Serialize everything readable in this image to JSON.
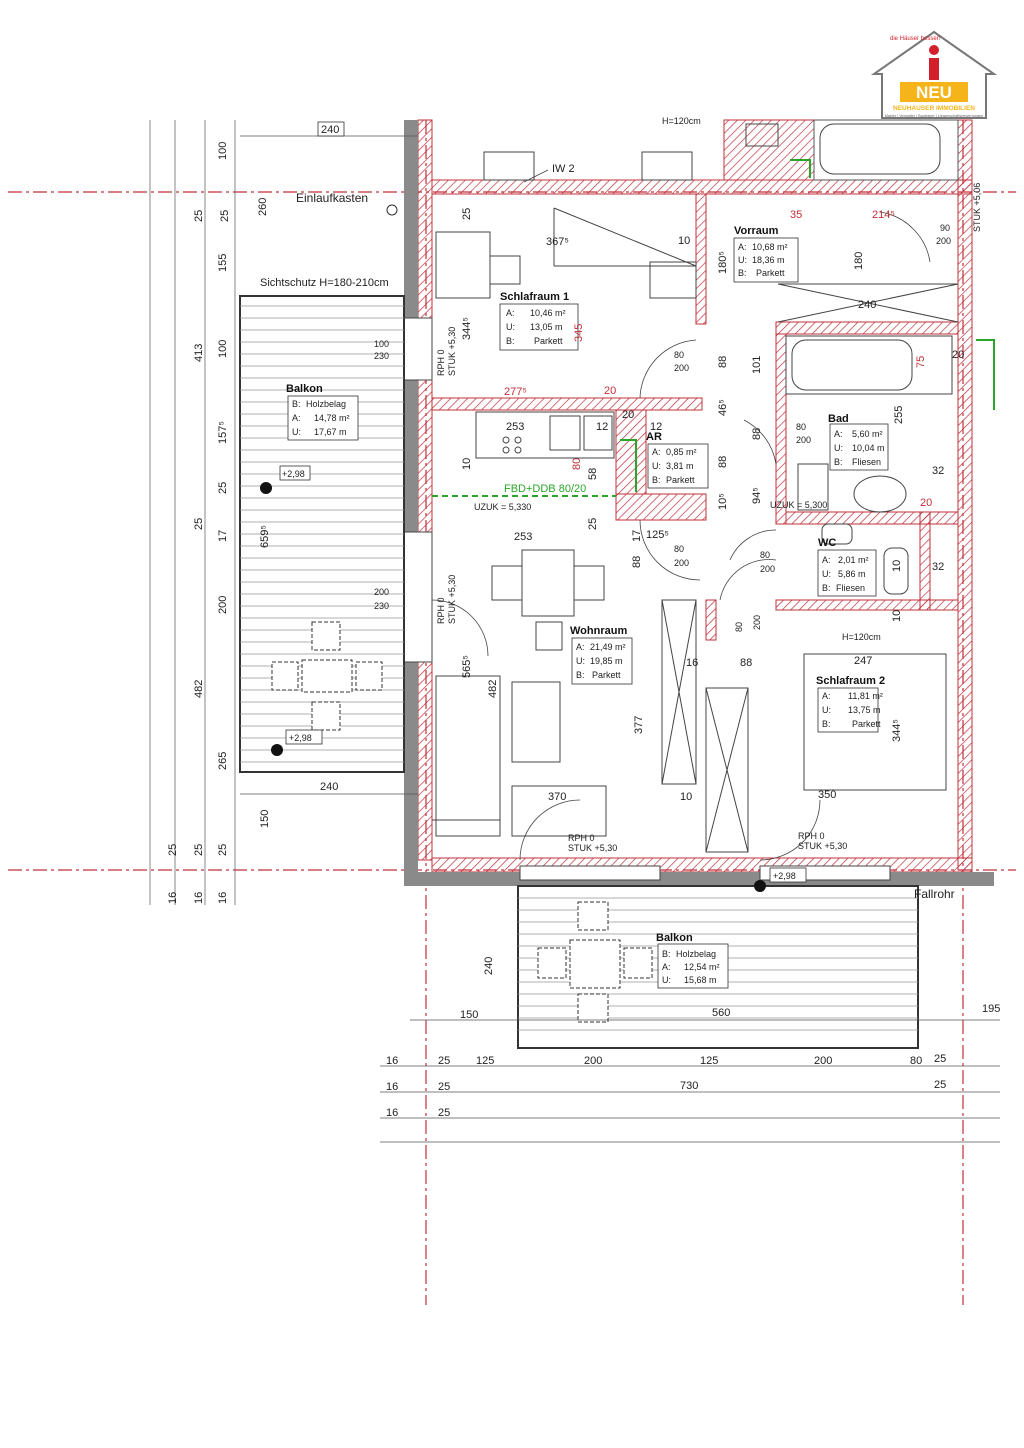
{
  "logo": {
    "tagline": "die Häuser besser!",
    "brand_mark": "NEU",
    "company": "NEUHAUSER IMMOBILIEN",
    "subline": "Makler | Verwalter | Bauträger | Liegenschaftsbewertungen"
  },
  "labels": {
    "iw2": "IW 2",
    "einlaufkasten": "Einlaufkasten",
    "sichtschutz": "Sichtschutz H=180-210cm",
    "fbd": "FBD+DDB 80/20",
    "uzuk1": "UZUK = 5,330",
    "uzuk2": "UZUK = 5,300",
    "fallrohr": "Fallrohr",
    "h120a": "H=120cm",
    "h120b": "H=120cm",
    "rph1": "RPH 0",
    "stuk1": "STUK +5,30",
    "rph2": "RPH 0",
    "stuk2": "STUK +5,30",
    "rph3": "RPH 0",
    "stuk3": "STUK +5,30",
    "rph4": "RPH 0",
    "stuk4": "STUK +5,30",
    "stuk_right": "STUK +5,06",
    "level1": "+2,98",
    "level2": "+2,98",
    "level3": "+2,98"
  },
  "rooms": {
    "schlafraum1": {
      "name": "Schlafraum 1",
      "a_label": "A:",
      "a": "10,46 m²",
      "u_label": "U:",
      "u": "13,05 m",
      "b_label": "B:",
      "b": "Parkett"
    },
    "vorraum": {
      "name": "Vorraum",
      "a_label": "A:",
      "a": "10,68 m²",
      "u_label": "U:",
      "u": "18,36 m",
      "b_label": "B:",
      "b": "Parkett"
    },
    "ar": {
      "name": "AR",
      "a_label": "A:",
      "a": "0,85 m²",
      "u_label": "U:",
      "u": "3,81 m",
      "b_label": "B:",
      "b": "Parkett"
    },
    "bad": {
      "name": "Bad",
      "a_label": "A:",
      "a": "5,60 m²",
      "u_label": "U:",
      "u": "10,04 m",
      "b_label": "B:",
      "b": "Fliesen"
    },
    "wc": {
      "name": "WC",
      "a_label": "A:",
      "a": "2,01 m²",
      "u_label": "U:",
      "u": "5,86 m",
      "b_label": "B:",
      "b": "Fliesen"
    },
    "wohnraum": {
      "name": "Wohnraum",
      "a_label": "A:",
      "a": "21,49 m²",
      "u_label": "U:",
      "u": "19,85 m",
      "b_label": "B:",
      "b": "Parkett"
    },
    "schlafraum2": {
      "name": "Schlafraum 2",
      "a_label": "A:",
      "a": "11,81 m²",
      "u_label": "U:",
      "u": "13,75 m",
      "b_label": "B:",
      "b": "Parkett"
    },
    "balkon1": {
      "name": "Balkon",
      "b_label": "B:",
      "b": "Holzbelag",
      "a_label": "A:",
      "a": "14,78 m²",
      "u_label": "U:",
      "u": "17,67 m"
    },
    "balkon2": {
      "name": "Balkon",
      "b_label": "B:",
      "b": "Holzbelag",
      "a_label": "A:",
      "a": "12,54 m²",
      "u_label": "U:",
      "u": "15,68 m"
    }
  },
  "dims": {
    "d240top": "240",
    "d240bal": "240",
    "d240v": "240",
    "d100": "100",
    "d260": "260",
    "d25a": "25",
    "d25b": "25",
    "d155": "155",
    "d413": "413",
    "d100b": "100",
    "d1575": "157⁵",
    "d25c": "25",
    "d25d": "25",
    "d17": "17",
    "d6595": "659⁵",
    "d200": "200",
    "d482a": "482",
    "d265": "265",
    "d150a": "150",
    "d3675": "367⁵",
    "d10a": "10",
    "d2775": "277⁵",
    "d20a": "20",
    "d253a": "253",
    "d253b": "253",
    "d12a": "12",
    "d12b": "12",
    "d20b": "20",
    "d1805": "180⁵",
    "d180": "180",
    "d35": "35",
    "d2145": "214⁵",
    "d240b": "240",
    "d88a": "88",
    "d101": "101",
    "d465": "46⁵",
    "d88b": "88",
    "d88c": "88",
    "d105": "10⁵",
    "d945": "94⁵",
    "d80a": "80",
    "d200a": "200",
    "d80b": "80",
    "d200b": "200",
    "d80c": "80",
    "d200c": "200",
    "d80d": "80",
    "d200d": "200",
    "d1255": "125⁵",
    "d88d": "88",
    "d5655": "565⁵",
    "d482b": "482",
    "d377": "377",
    "d16": "16",
    "d88e": "88",
    "d370": "370",
    "d10b": "10",
    "d247": "247",
    "d350": "350",
    "d3445": "344⁵",
    "d10c": "10",
    "d10d": "10",
    "d32a": "32",
    "d32b": "32",
    "d255": "255",
    "d150b": "150",
    "d560": "560",
    "d16a": "16",
    "d25e": "25",
    "d125a": "125",
    "d200e": "200",
    "d125b": "125",
    "d200f": "200",
    "d80e": "80",
    "d25f": "25",
    "d16b": "16",
    "d25g": "25",
    "d730": "730",
    "d25h": "25",
    "d16c": "16",
    "d25i": "25",
    "d100w": "100",
    "d230w": "230",
    "d200w": "200",
    "d230w2": "230",
    "d90": "90",
    "d200g": "200",
    "d195": "195",
    "d75": "75",
    "d20c": "20",
    "d20d": "20",
    "d80f": "80",
    "d58": "58",
    "d25j": "25",
    "d3445b": "344⁵",
    "d1545": "345",
    "d16d": "16",
    "d16e": "16",
    "d16f": "16",
    "d25k": "25",
    "d25l": "25",
    "d25m": "25"
  },
  "colors": {
    "wall_hatch": "#c0303a",
    "dim_line": "#444444",
    "green": "#2aa52a",
    "grey_wall": "#8a8a8a"
  }
}
